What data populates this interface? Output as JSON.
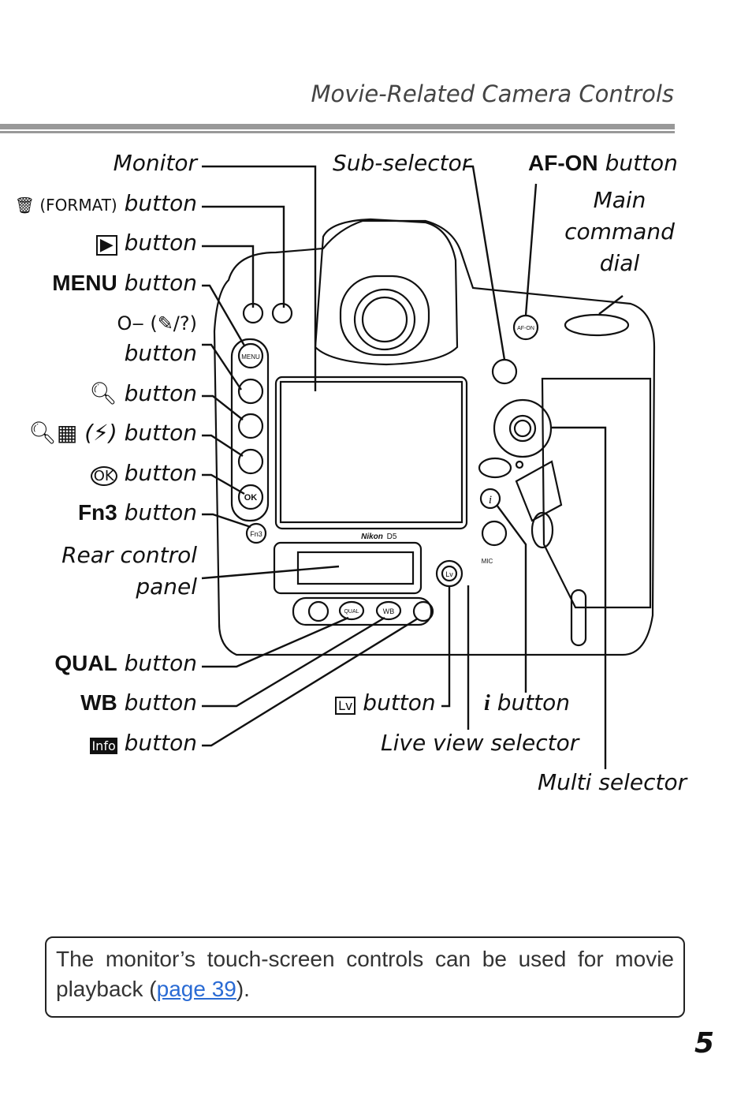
{
  "header": {
    "title": "Movie-Related Camera Controls"
  },
  "labels": {
    "monitor": "Monitor",
    "delete_button_icons": "🗑 (FORMAT)",
    "delete_button": "button",
    "play_button": "button",
    "menu_key": "MENU",
    "menu_button": "button",
    "protect_icons": "O‒ (✎/?)",
    "protect_button": "button",
    "zoom_in_button": "button",
    "zoom_out_icons": "(⚡)",
    "zoom_out_button": "button",
    "ok_button": "button",
    "fn3_key": "Fn3",
    "fn3_button": "button",
    "rear_panel": "Rear control panel",
    "qual_key": "QUAL",
    "qual_button": "button",
    "wb_key": "WB",
    "wb_button": "button",
    "info_button": "button",
    "sub_selector": "Sub-selector",
    "afon_key": "AF-ON",
    "afon_button": "button",
    "main_dial": "Main command dial",
    "lv_button": "button",
    "i_button": "button",
    "live_view_selector": "Live view selector",
    "multi_selector": "Multi selector"
  },
  "camera": {
    "brand": "Nikon",
    "model": "D5"
  },
  "note": {
    "text_before": "The monitor’s touch-screen controls can be used for movie playback (",
    "link": "page 39",
    "text_after": ")."
  },
  "page_number": "5"
}
